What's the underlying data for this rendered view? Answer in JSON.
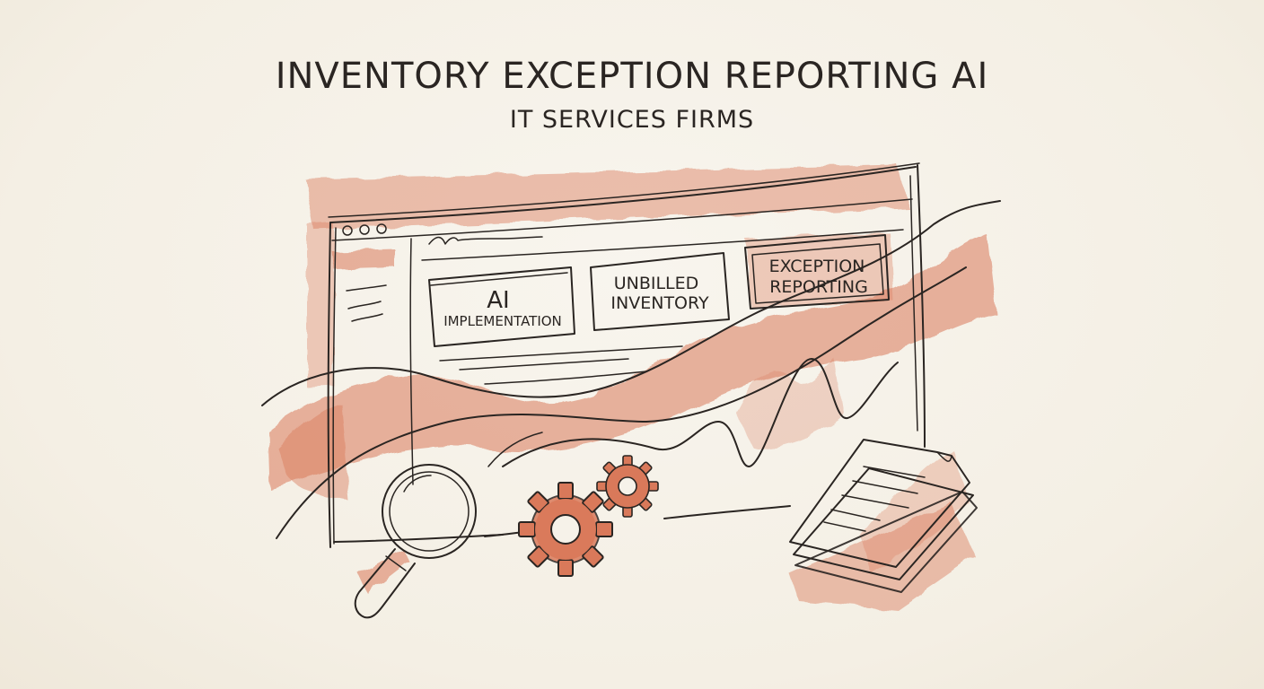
{
  "header": {
    "title": "INVENTORY EXCEPTION REPORTING AI",
    "subtitle": "IT SERVICES FIRMS"
  },
  "window": {
    "cards": [
      {
        "line1": "AI",
        "line2": "IMPLEMENTATION"
      },
      {
        "line1": "UNBILLED",
        "line2": "INVENTORY"
      },
      {
        "line1": "EXCEPTION",
        "line2": "REPORTING"
      }
    ]
  },
  "icons": {
    "search": "magnifying-glass-icon",
    "settings": "gear-icon",
    "documents": "document-stack-icon"
  },
  "colors": {
    "accent": "#d9795a",
    "ink": "#2a2522",
    "paper": "#f6f2e9"
  }
}
